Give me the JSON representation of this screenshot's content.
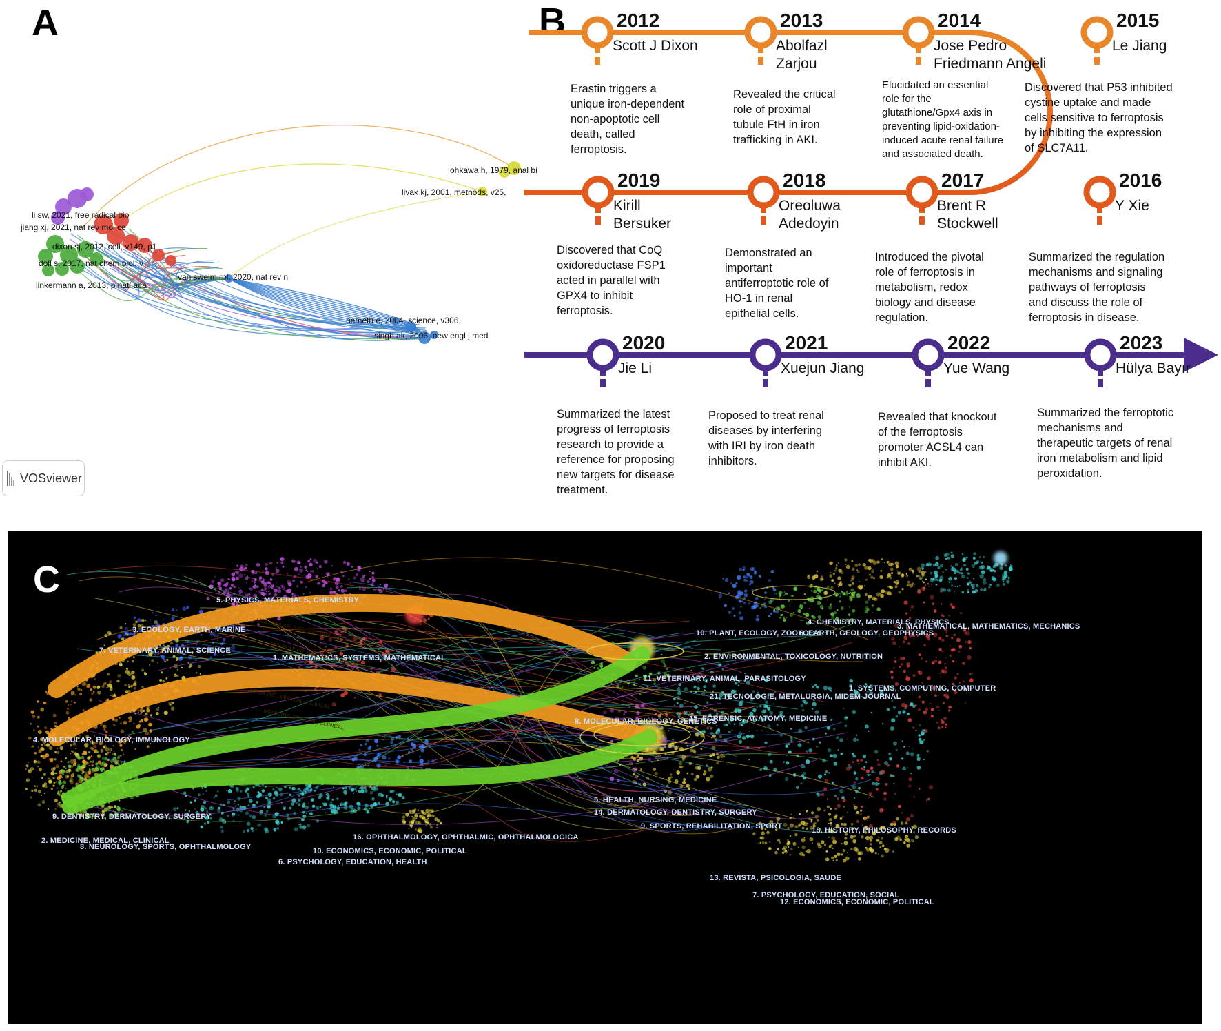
{
  "panel_a": {
    "letter": "A",
    "nodes": [
      {
        "id": "li_sw",
        "label": "li sw, 2021, free radical bio",
        "color": "#9b59d6"
      },
      {
        "id": "jiang_xj",
        "label": "jiang xj, 2021, nat rev mol ce",
        "color": "#9b59d6"
      },
      {
        "id": "dixon_sj",
        "label": "dixon sj, 2012, cell, v149, p1",
        "color": "#e0463a"
      },
      {
        "id": "doll_s",
        "label": "doll s, 2017, nat chem biol, v",
        "color": "#e0463a"
      },
      {
        "id": "linkermann_a",
        "label": "linkermann a, 2013, p natl aca",
        "color": "#4aaa3c"
      },
      {
        "id": "van_swelm",
        "label": "van swelm rpl, 2020, nat rev n",
        "color": "#3a7fd0"
      },
      {
        "id": "ohkawa_h",
        "label": "ohkawa h, 1979, anal biochem",
        "color": "#d8d83a"
      },
      {
        "id": "livak_kj",
        "label": "livak kj, 2001, methods, v25,",
        "color": "#d8d83a"
      },
      {
        "id": "nemeth_e",
        "label": "nemeth e, 2004, science, v306,",
        "color": "#3a7fd0"
      },
      {
        "id": "singh_ak",
        "label": "singh ak, 2006, new engl j med",
        "color": "#3a7fd0"
      }
    ],
    "software_badge": "VOSviewer"
  },
  "panel_b": {
    "letter": "B",
    "rows": [
      {
        "color": "#e9862a",
        "events": [
          {
            "year": "2012",
            "author": [
              "Scott J Dixon"
            ],
            "desc": "Erastin triggers a\nunique iron-dependent\nnon-apoptotic cell\ndeath, called\nferroptosis."
          },
          {
            "year": "2013",
            "author": [
              "Abolfazl",
              "Zarjou"
            ],
            "desc": "Revealed the critical\nrole of proximal\ntubule FtH in iron\ntrafficking in AKI."
          },
          {
            "year": "2014",
            "author": [
              "Jose Pedro",
              "Friedmann Angeli"
            ],
            "desc": "Elucidated an essential\nrole for the\nglutathione/Gpx4 axis in\npreventing lipid-oxidation-\ninduced acute renal failure\nand associated death."
          },
          {
            "year": "2015",
            "author": [
              "Le Jiang"
            ],
            "desc": "Discovered that P53 inhibited\ncystine uptake and made\ncells sensitive to ferroptosis\nby inhibiting the expression\nof SLC7A11."
          }
        ]
      },
      {
        "color": "#e05a1e",
        "events": [
          {
            "year": "2019",
            "author": [
              "Kirill",
              "Bersuker"
            ],
            "desc": "Discovered that CoQ\noxidoreductase FSP1\nacted in parallel with\nGPX4 to inhibit\nferroptosis."
          },
          {
            "year": "2018",
            "author": [
              "Oreoluwa",
              "Adedoyin"
            ],
            "desc": "Demonstrated an\nimportant\nantiferroptotic role of\nHO-1 in renal\nepithelial cells."
          },
          {
            "year": "2017",
            "author": [
              "Brent R",
              "Stockwell"
            ],
            "desc": "Introduced the pivotal\nrole of ferroptosis in\nmetabolism, redox\nbiology and disease\nregulation."
          },
          {
            "year": "2016",
            "author": [
              "Y Xie"
            ],
            "desc": "Summarized the regulation\nmechanisms and signaling\npathways of ferroptosis\nand discuss the role of\nferroptosis in disease."
          }
        ]
      },
      {
        "color": "#4a2d8c",
        "events": [
          {
            "year": "2020",
            "author": [
              "Jie Li"
            ],
            "desc": "Summarized the latest\nprogress of ferroptosis\nresearch to provide a\nreference for proposing\nnew targets for disease\ntreatment."
          },
          {
            "year": "2021",
            "author": [
              "Xuejun Jiang"
            ],
            "desc": "Proposed to treat renal\ndiseases by interfering\nwith IRI by iron death\ninhibitors."
          },
          {
            "year": "2022",
            "author": [
              "Yue Wang"
            ],
            "desc": "Revealed that knockout\nof the ferroptosis\npromoter ACSL4 can\ninhibit AKI."
          },
          {
            "year": "2023",
            "author": [
              "Hülya Bayır"
            ],
            "desc": "Summarized the ferroptotic\nmechanisms and\ntherapeutic targets of renal\niron metabolism and lipid\nperoxidation."
          }
        ]
      }
    ]
  },
  "panel_c": {
    "letter": "C",
    "left_labels": [
      {
        "text": "5. PHYSICS, MATERIALS, CHEMISTRY",
        "color": "#c060e0"
      },
      {
        "text": "3. ECOLOGY, EARTH, MARINE",
        "color": "#4080ff"
      },
      {
        "text": "7. VETERINARY, ANIMAL, SCIENCE",
        "color": "#e0d040"
      },
      {
        "text": "1. MATHEMATICS, SYSTEMS, MATHEMATICAL",
        "color": "#e04040"
      },
      {
        "text": "4. MOLECULAR, BIOLOGY, IMMUNOLOGY",
        "color": "#f0a020"
      },
      {
        "text": "9. DENTISTRY, DERMATOLOGY, SURGERY",
        "color": "#e0d040"
      },
      {
        "text": "2. MEDICINE, MEDICAL, CLINICAL",
        "color": "#60d040"
      },
      {
        "text": "8. NEUROLOGY, SPORTS, OPHTHALMOLOGY",
        "color": "#60d040"
      },
      {
        "text": "10. ECONOMICS, ECONOMIC, POLITICAL",
        "color": "#40d0d0"
      },
      {
        "text": "6. PSYCHOLOGY, EDUCATION, HEALTH",
        "color": "#40d0d0"
      },
      {
        "text": "16. OPHTHALMOLOGY, OPHTHALMIC, OPHTHALMOLOGICA",
        "color": "#40a0ff"
      }
    ],
    "right_labels": [
      {
        "text": "4. CHEMISTRY, MATERIALS, PHYSICS",
        "color": "#e0c040"
      },
      {
        "text": "3. MATHEMATICAL, MATHEMATICS, MECHANICS",
        "color": "#40d0d0"
      },
      {
        "text": "10. PLANT, ECOLOGY, ZOOLOGY",
        "color": "#40a0ff"
      },
      {
        "text": "6. EARTH, GEOLOGY, GEOPHYSICS",
        "color": "#40d0d0"
      },
      {
        "text": "2. ENVIRONMENTAL, TOXICOLOGY, NUTRITION",
        "color": "#60d040"
      },
      {
        "text": "11. VETERINARY, ANIMAL, PARASITOLOGY",
        "color": "#e0d040"
      },
      {
        "text": "21. TECNOLOGIE, METALURGIA, MIDEM-JOURNAL",
        "color": "#e0d040"
      },
      {
        "text": "1. SYSTEMS, COMPUTING, COMPUTER",
        "color": "#e04040"
      },
      {
        "text": "8. MOLECULAR, BIOLOGY, GENETICS",
        "color": "#e0d040"
      },
      {
        "text": "15. FORENSIC, ANATOMY, MEDICINE",
        "color": "#e0d040"
      },
      {
        "text": "5. HEALTH, NURSING, MEDICINE",
        "color": "#e0d040"
      },
      {
        "text": "14. DERMATOLOGY, DENTISTRY, SURGERY",
        "color": "#e0d040"
      },
      {
        "text": "9. SPORTS, REHABILITATION, SPORT",
        "color": "#e0d040"
      },
      {
        "text": "18. HISTORY, PHILOSOPHY, RECORDS",
        "color": "#e04040"
      },
      {
        "text": "13. REVISTA, PSICOLOGIA, SAUDE",
        "color": "#e0d040"
      },
      {
        "text": "7. PSYCHOLOGY, EDUCATION, SOCIAL",
        "color": "#e0d040"
      },
      {
        "text": "12. ECONOMICS, ECONOMIC, POLITICAL",
        "color": "#e0d040"
      }
    ],
    "main_flows": [
      {
        "color": "#f39a1e",
        "label": "MOLECULAR, BIOLOGY, IMMUNOLOGY"
      },
      {
        "color": "#f39a1e",
        "label": "MOLECULAR, BIOLOGY, IMMUNOLOGY"
      },
      {
        "color": "#6bd02a",
        "label": "MEDICINE, MEDICAL, CLINICAL"
      },
      {
        "color": "#6bd02a",
        "label": "MEDICINE, MEDICAL, CLINICAL"
      }
    ]
  }
}
